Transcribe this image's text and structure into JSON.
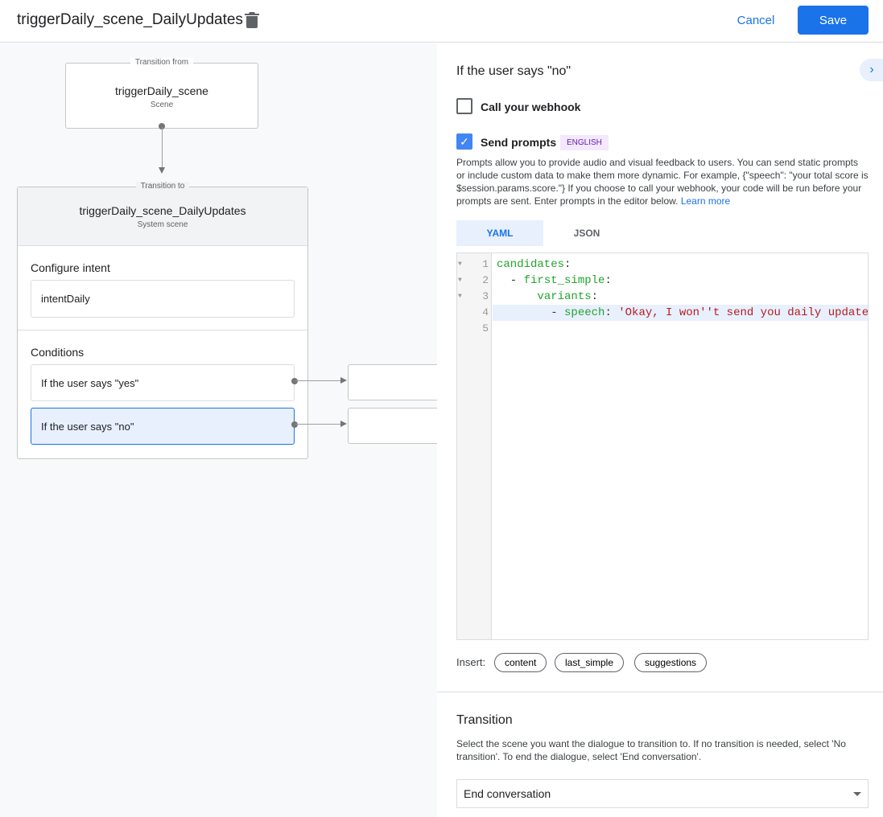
{
  "header": {
    "title": "triggerDaily_scene_DailyUpdates",
    "cancel": "Cancel",
    "save": "Save"
  },
  "canvas": {
    "from": {
      "caption": "Transition from",
      "name": "triggerDaily_scene",
      "type": "Scene"
    },
    "to": {
      "caption": "Transition to",
      "name": "triggerDaily_scene_DailyUpdates",
      "type": "System scene"
    },
    "intent_heading": "Configure intent",
    "intent": "intentDaily",
    "conditions_heading": "Conditions",
    "conditions": [
      "If the user says \"yes\"",
      "If the user says \"no\""
    ]
  },
  "panel": {
    "heading": "If the user says \"no\"",
    "webhook_label": "Call your webhook",
    "webhook_checked": false,
    "prompts_label": "Send prompts",
    "prompts_checked": true,
    "language": "ENGLISH",
    "description": "Prompts allow you to provide audio and visual feedback to users. You can send static prompts or include custom data to make them more dynamic. For example, {\"speech\": \"your total score is $session.params.score.\"} If you choose to call your webhook, your code will be run before your prompts are sent. Enter prompts in the editor below.",
    "learn_more": "Learn more",
    "tabs": [
      "YAML",
      "JSON"
    ],
    "active_tab": "YAML",
    "code": {
      "l1k": "candidates",
      "l2k": "first_simple",
      "l3k": "variants",
      "l4k": "speech",
      "l4v": "'Okay, I won''t send you daily update"
    },
    "line_numbers": [
      "1",
      "2",
      "3",
      "4",
      "5"
    ],
    "insert_label": "Insert:",
    "chips": [
      "content",
      "last_simple",
      "suggestions"
    ],
    "transition_heading": "Transition",
    "transition_desc": "Select the scene you want the dialogue to transition to. If no transition is needed, select 'No transition'. To end the dialogue, select 'End conversation'.",
    "transition_value": "End conversation"
  },
  "colors": {
    "accent": "#1a73e8",
    "selected_condition": "#e8f0fe"
  }
}
